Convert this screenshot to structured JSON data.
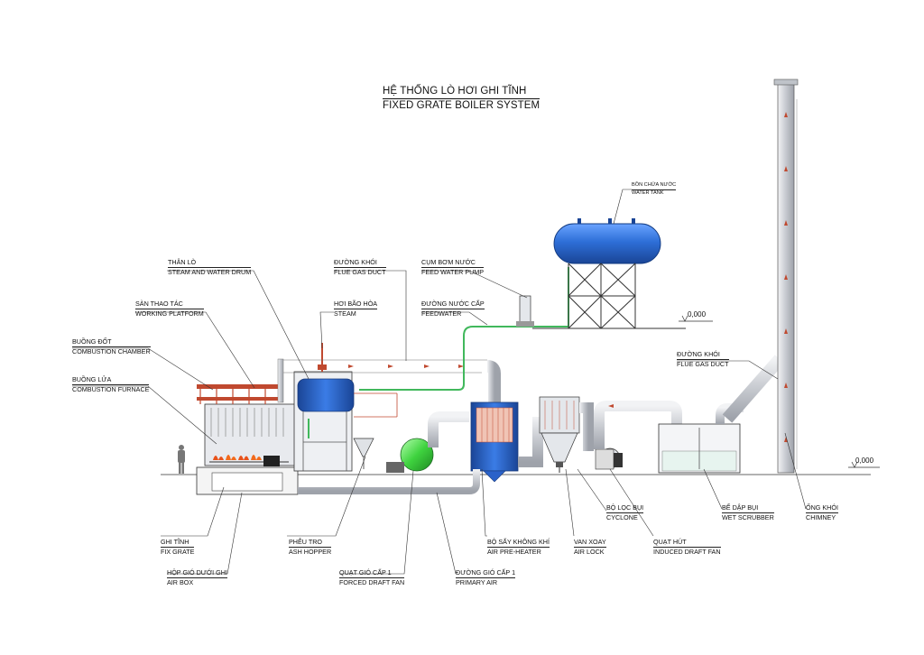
{
  "title": {
    "vn": "HỆ THỐNG LÒ HƠI GHI TĨNH",
    "en": "FIXED GRATE BOILER SYSTEM"
  },
  "labels": {
    "water_tank": {
      "vn": "BỒN CHỨA NƯỚC",
      "en": "WATER TANK"
    },
    "drum": {
      "vn": "THÂN LÒ",
      "en": "STEAM AND WATER DRUM"
    },
    "flue_duct_1": {
      "vn": "ĐƯỜNG KHÓI",
      "en": "FLUE GAS DUCT"
    },
    "feed_pump": {
      "vn": "CỤM BƠM NƯỚC",
      "en": "FEED WATER PUMP"
    },
    "platform": {
      "vn": "SÀN THAO TÁC",
      "en": "WORKING PLATFORM"
    },
    "steam": {
      "vn": "HƠI BÃO HÒA",
      "en": "STEAM"
    },
    "feedwater": {
      "vn": "ĐƯỜNG NƯỚC CẤP",
      "en": "FEEDWATER"
    },
    "comb_chamber": {
      "vn": "BUỒNG ĐỐT",
      "en": "COMBUSTION CHAMBER"
    },
    "comb_furnace": {
      "vn": "BUỒNG LỬA",
      "en": "COMBUSTION FURNACE"
    },
    "flue_duct_2": {
      "vn": "ĐƯỜNG KHÓI",
      "en": "FLUE GAS DUCT"
    },
    "fix_grate": {
      "vn": "GHI TĨNH",
      "en": "FIX GRATE"
    },
    "ash_hopper": {
      "vn": "PHỄU TRO",
      "en": "ASH HOPPER"
    },
    "pre_heater": {
      "vn": "BỘ SẤY KHÔNG KHÍ",
      "en": "AIR PRE-HEATER"
    },
    "air_lock": {
      "vn": "VAN XOAY",
      "en": "AIR LOCK"
    },
    "cyclone": {
      "vn": "BỘ LỌC BỤI",
      "en": "CYCLONE"
    },
    "id_fan": {
      "vn": "QUẠT HÚT",
      "en": "INDUCED DRAFT FAN"
    },
    "scrubber": {
      "vn": "BỂ DẬP BỤI",
      "en": "WET SCRUBBER"
    },
    "chimney": {
      "vn": "ỐNG KHÓI",
      "en": "CHIMNEY"
    },
    "air_box": {
      "vn": "HỘP GIÓ DƯỚI GHI",
      "en": "AIR BOX"
    },
    "fd_fan": {
      "vn": "QUẠT GIÓ CẤP 1",
      "en": "FORCED DRAFT FAN"
    },
    "primary_air": {
      "vn": "ĐƯỜNG GIÓ CẤP 1",
      "en": "PRIMARY AIR"
    }
  },
  "levels": {
    "tank_level": "0,000",
    "ground_level": "0,000"
  },
  "colors": {
    "tank_blue": "#2e6fd8",
    "vessel_blue": "#2a62c9",
    "fan_green": "#3fd33f",
    "brick_red": "#c0492f",
    "pipe_grey": "#c9ccd2",
    "flame_orange": "#e8521a",
    "pipe_green": "#41b85c"
  }
}
